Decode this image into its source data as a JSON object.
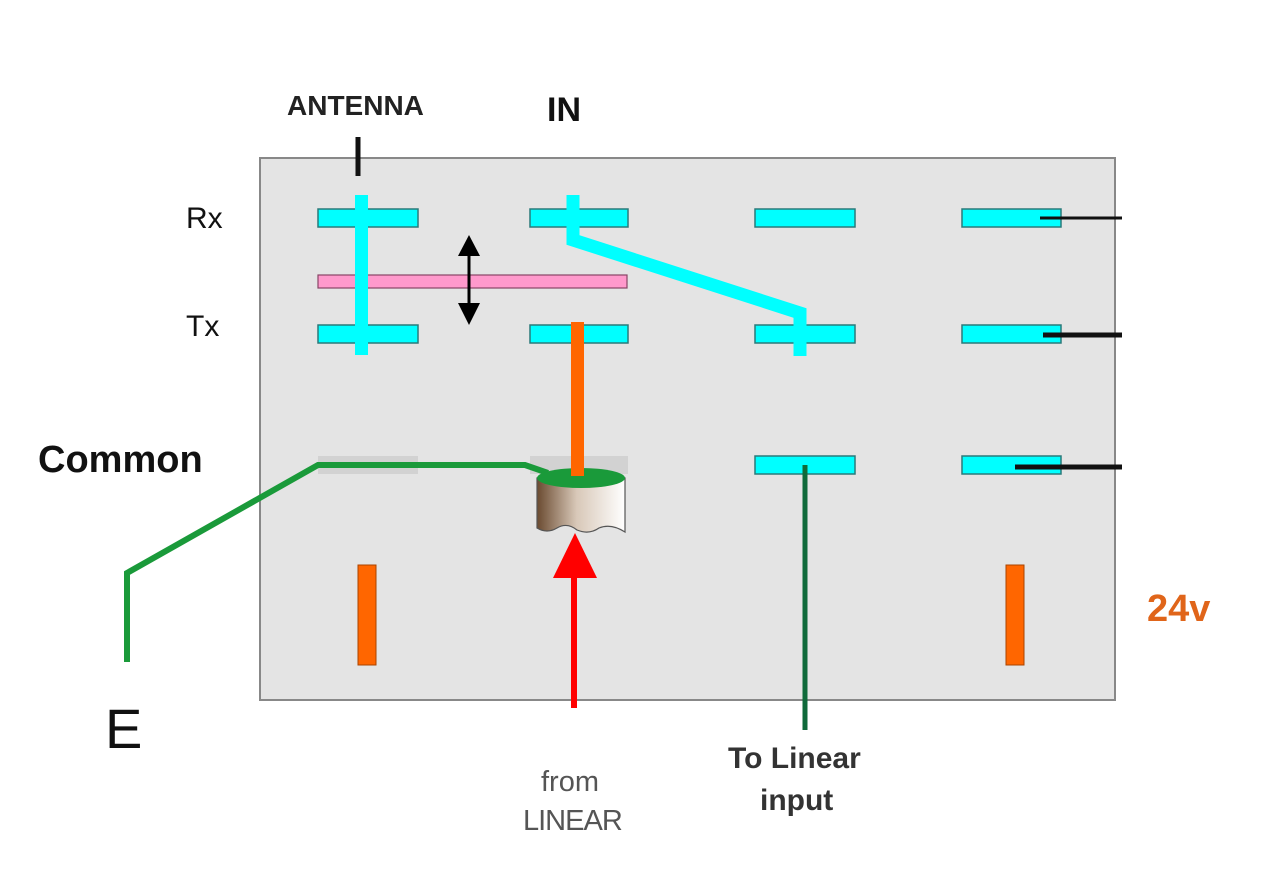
{
  "labels": {
    "antenna": "ANTENNA",
    "in": "IN",
    "rx": "Rx",
    "tx": "Tx",
    "common": "Common",
    "earth": "E",
    "from_line1": "from",
    "from_line2": "LINEAR",
    "to_line1": "To Linear",
    "to_line2": "input",
    "voltage": "24v"
  },
  "colors": {
    "contact": "#00ffff",
    "common_contact": "#d0d0d0",
    "actuator": "#ff99cc",
    "coil": "#ff6600",
    "earth_wire": "#1a9a3a",
    "linear_wire": "#0f6a3a",
    "input_arrow": "#ff0000",
    "box": "#e4e4e4"
  }
}
